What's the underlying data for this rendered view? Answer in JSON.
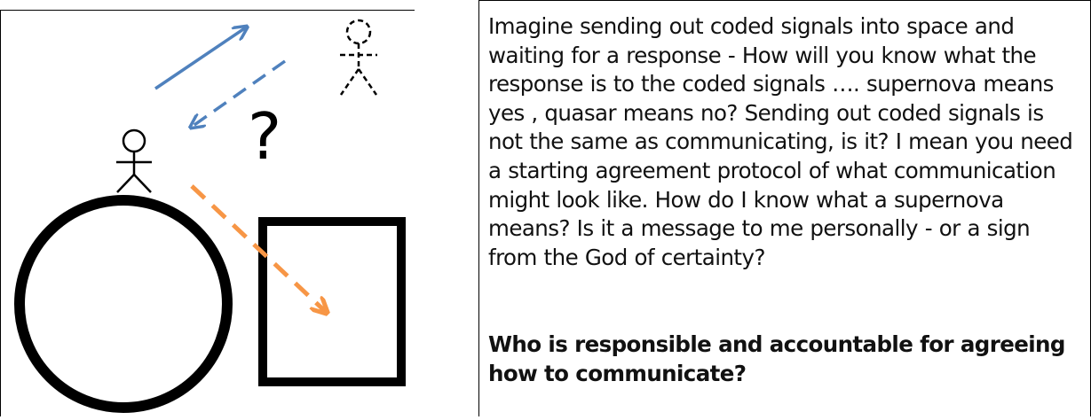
{
  "illustration": {
    "question_mark": "?",
    "colors": {
      "outline": "#000000",
      "blue_arrow": "#4f81bd",
      "orange_arrow": "#f79646"
    },
    "icons": [
      "stick-figure-solid",
      "stick-figure-dashed",
      "solid-arrow",
      "dashed-arrow",
      "circle",
      "square"
    ]
  },
  "text": {
    "paragraph": "Imagine sending out coded signals into space and waiting for a response - How will you know what the response is to the coded signals  …. supernova means yes , quasar means no? Sending out coded signals is not the same as communicating, is it? I mean you need a starting agreement protocol of what communication might look like. How do I know what a supernova means? Is it a message to me personally - or a sign from the God of certainty?",
    "question": "Who is responsible and accountable for agreeing how to communicate?"
  }
}
